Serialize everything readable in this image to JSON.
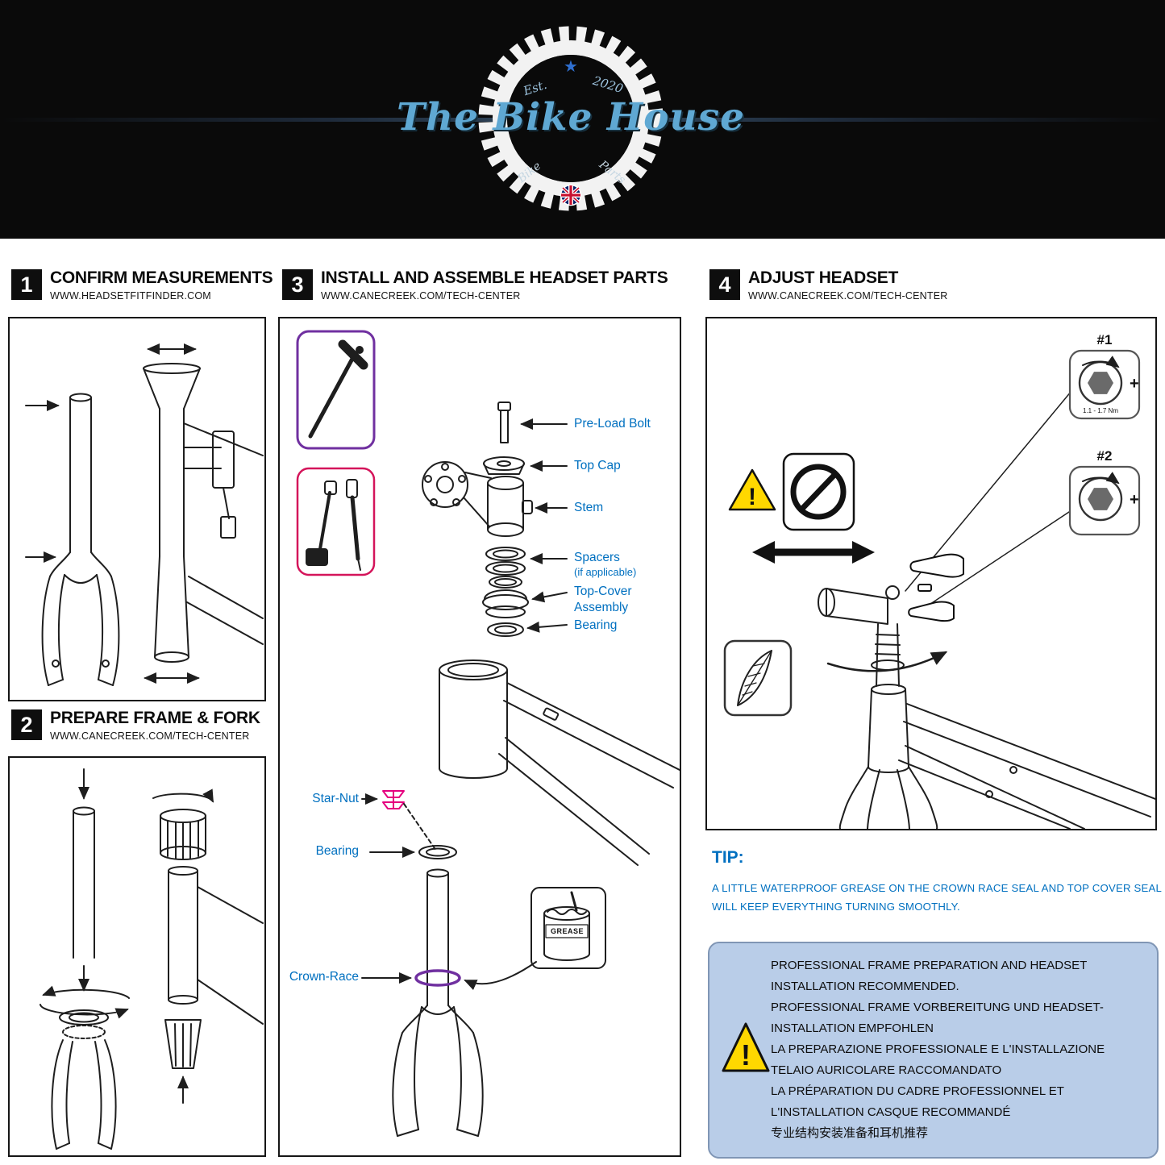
{
  "header": {
    "brand": "The Bike House",
    "est_label": "Est.",
    "year_label": "2020",
    "bike_label": "Bike",
    "parts_label": "Parts",
    "star": "★"
  },
  "sections": {
    "confirm": {
      "number": "1",
      "title": "CONFIRM MEASUREMENTS",
      "url": "WWW.HEADSETFITFINDER.COM"
    },
    "prepare": {
      "number": "2",
      "title": "PREPARE FRAME & FORK",
      "url": "WWW.CANECREEK.COM/TECH-CENTER"
    },
    "install": {
      "number": "3",
      "title": "INSTALL AND ASSEMBLE HEADSET PARTS",
      "url": "WWW.CANECREEK.COM/TECH-CENTER"
    },
    "adjust": {
      "number": "4",
      "title": "ADJUST HEADSET",
      "url": "WWW.CANECREEK.COM/TECH-CENTER"
    }
  },
  "install_labels": {
    "pre_load_bolt": "Pre-Load Bolt",
    "top_cap": "Top Cap",
    "stem": "Stem",
    "spacers": "Spacers",
    "spacers_note": "(if applicable)",
    "top_cover_line1": "Top-Cover",
    "top_cover_line2": "Assembly",
    "bearing_upper": "Bearing",
    "star_nut": "Star-Nut",
    "bearing_lower": "Bearing",
    "crown_race": "Crown-Race",
    "grease": "GREASE"
  },
  "adjust_labels": {
    "key1": "#1",
    "key2": "#2",
    "plus1": "+",
    "plus2": "+",
    "torque": "1.1 - 1.7 Nm"
  },
  "tip": {
    "heading": "TIP:",
    "line1": "A LITTLE WATERPROOF GREASE ON THE CROWN RACE SEAL AND TOP COVER SEAL",
    "line2": "WILL KEEP EVERYTHING TURNING SMOOTHLY."
  },
  "notice": {
    "lines": [
      "PROFESSIONAL FRAME PREPARATION AND HEADSET",
      "INSTALLATION RECOMMENDED.",
      "PROFESSIONAL FRAME VORBEREITUNG UND HEADSET-",
      "INSTALLATION EMPFOHLEN",
      "LA PREPARAZIONE PROFESSIONALE E L'INSTALLAZIONE",
      "TELAIO AURICOLARE RACCOMANDATO",
      "LA PRÉPARATION DU CADRE PROFESSIONNEL ET",
      "L'INSTALLATION CASQUE RECOMMANDÉ",
      "专业结构安装准备和耳机推荐"
    ]
  },
  "colors": {
    "label_blue": "#0070c0",
    "logo_blue": "#5fa8d3",
    "notice_bg": "#b9cde8",
    "warning_yellow": "#ffd800",
    "tool_purple": "#7030a0",
    "tool_pink": "#d4145a",
    "crown_race_purple": "#7030a0",
    "star_nut_pink": "#e5007e"
  }
}
